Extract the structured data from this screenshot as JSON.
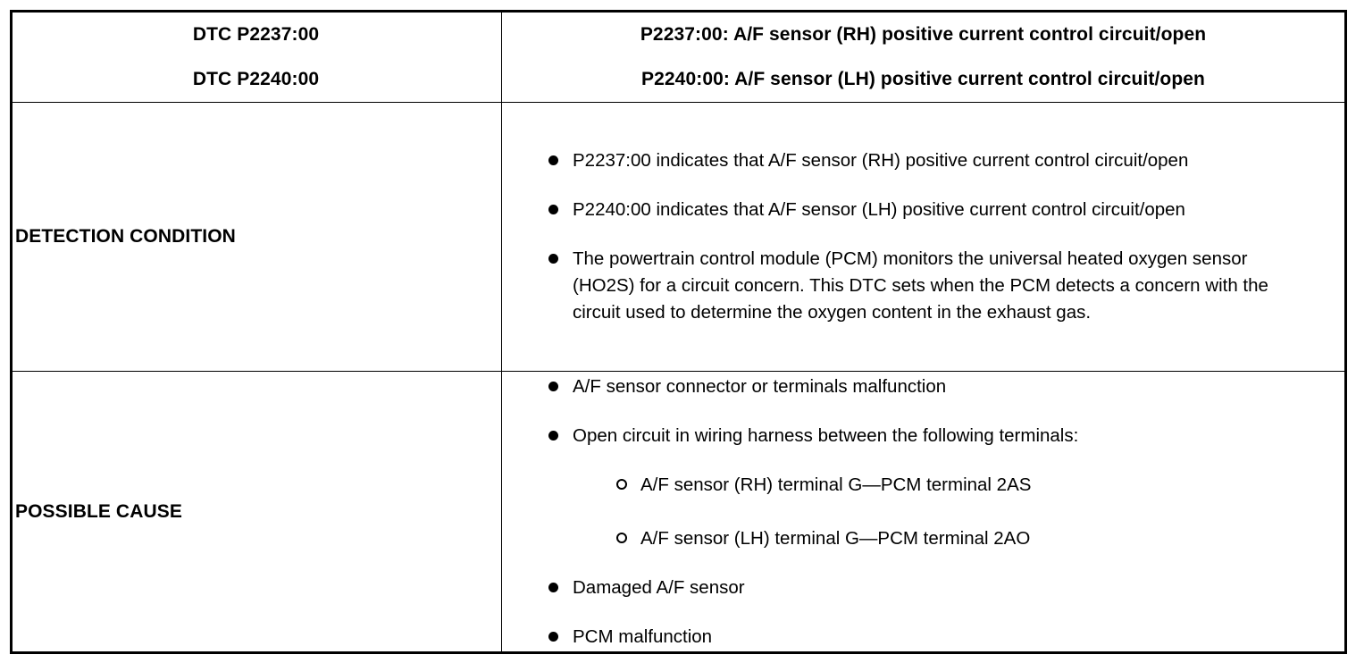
{
  "table": {
    "header": {
      "left_lines": [
        "DTC P2237:00",
        "DTC P2240:00"
      ],
      "right_lines": [
        "P2237:00: A/F sensor (RH) positive current control circuit/open",
        "P2240:00: A/F sensor (LH) positive current control circuit/open"
      ]
    },
    "rows": [
      {
        "label": "DETECTION CONDITION",
        "bullets": [
          {
            "marker": "filled-bullet",
            "text": "P2237:00 indicates that A/F sensor (RH) positive current control circuit/open"
          },
          {
            "marker": "filled-bullet",
            "text": "P2240:00 indicates that A/F sensor (LH) positive current control circuit/open"
          },
          {
            "marker": "filled-bullet",
            "text": "The powertrain control module (PCM) monitors the universal heated oxygen sensor (HO2S) for a circuit concern. This DTC sets when the PCM detects a concern with the circuit used to determine the oxygen content in the exhaust gas."
          }
        ]
      },
      {
        "label": "POSSIBLE CAUSE",
        "bullets": [
          {
            "marker": "filled-bullet",
            "text": "A/F sensor connector or terminals malfunction"
          },
          {
            "marker": "filled-bullet",
            "text": "Open circuit in wiring harness between the following terminals:"
          },
          {
            "marker": "hollow-bullet",
            "text": "A/F sensor (RH) terminal G—PCM terminal 2AS"
          },
          {
            "marker": "hollow-bullet",
            "text": "A/F sensor (LH) terminal G—PCM terminal 2AO"
          },
          {
            "marker": "filled-bullet",
            "text": "Damaged A/F sensor"
          },
          {
            "marker": "filled-bullet",
            "text": "PCM malfunction"
          }
        ]
      }
    ],
    "colors": {
      "border": "#000000",
      "text": "#000000",
      "background": "#ffffff"
    }
  }
}
